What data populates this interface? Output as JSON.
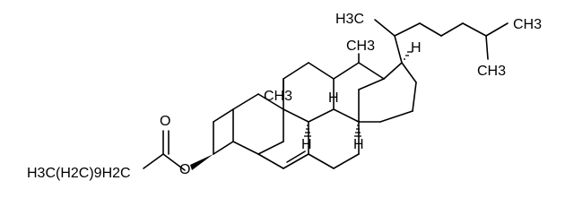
{
  "molecule": {
    "labels": {
      "side_chain_methyl": "H3C",
      "terminal_methyl_top": "CH3",
      "terminal_methyl_bottom": "CH3",
      "c18_methyl": "CH3",
      "c19_methyl": "CH3",
      "h17": "H",
      "h8": "H",
      "h9": "H",
      "h14": "H",
      "carbonyl_oxygen": "O",
      "ester_oxygen": "O",
      "acyl_chain": "H3C(H2C)9H2C"
    },
    "colors": {
      "ink": "#000000",
      "background": "#ffffff"
    }
  }
}
